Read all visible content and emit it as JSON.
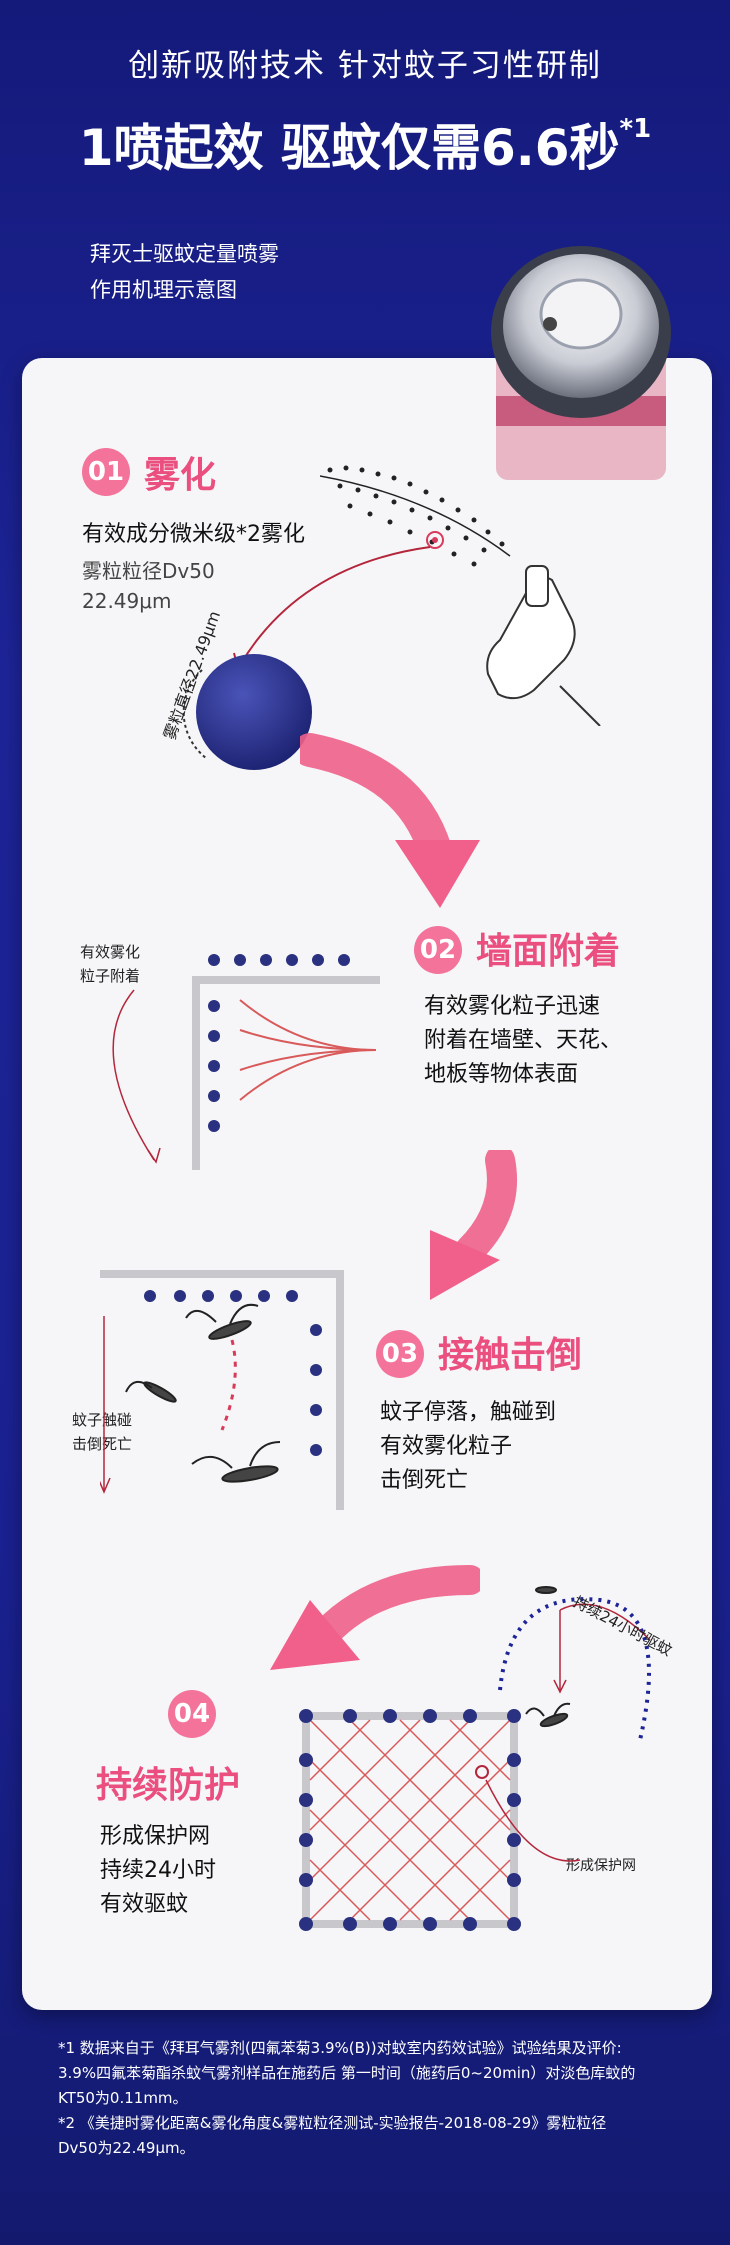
{
  "header": {
    "line1": "创新吸附技术  针对蚊子习性研制",
    "line2": "1喷起效  驱蚊仅需6.6秒",
    "line2_sup": "*1"
  },
  "subtitle": [
    "拜灭士驱蚊定量喷雾",
    "作用机理示意图"
  ],
  "step1": {
    "num": "01",
    "title": "雾化",
    "desc": "有效成分微米级*2雾化",
    "detail1": "雾粒粒径Dv50",
    "detail2": "22.49μm",
    "diameter_label": "雾粒直径22.49μm"
  },
  "step2": {
    "num": "02",
    "title": "墙面附着",
    "desc": [
      "有效雾化粒子迅速",
      "附着在墙壁、天花、",
      "地板等物体表面"
    ],
    "side": [
      "有效雾化",
      "粒子附着"
    ]
  },
  "step3": {
    "num": "03",
    "title": "接触击倒",
    "desc": [
      "蚊子停落，触碰到",
      "有效雾化粒子",
      "击倒死亡"
    ],
    "side": [
      "蚊子触碰",
      "击倒死亡"
    ]
  },
  "step4": {
    "num": "04",
    "title": "持续防护",
    "desc": [
      "形成保护网",
      "持续24小时",
      "有效驱蚊"
    ],
    "arc_label": "持续24小时驱蚊",
    "net_label": "形成保护网"
  },
  "footnotes": [
    "*1 数据来自于《拜耳气雾剂(四氟苯菊3.9%(B))对蚊室内药效试验》试验结果及评价:",
    "3.9%四氟苯菊酯杀蚊气雾剂样品在施药后 第一时间（施药后0~20min）对淡色库蚊的",
    "KT50为0.11mm。",
    "*2 《美捷时雾化距离&雾化角度&雾粒粒径测试-实验报告-2018-08-29》雾粒粒径",
    "Dv50为22.49μm。"
  ],
  "colors": {
    "pink": "#f0608a",
    "navy": "#1d2497",
    "dot": "#2a3180"
  }
}
